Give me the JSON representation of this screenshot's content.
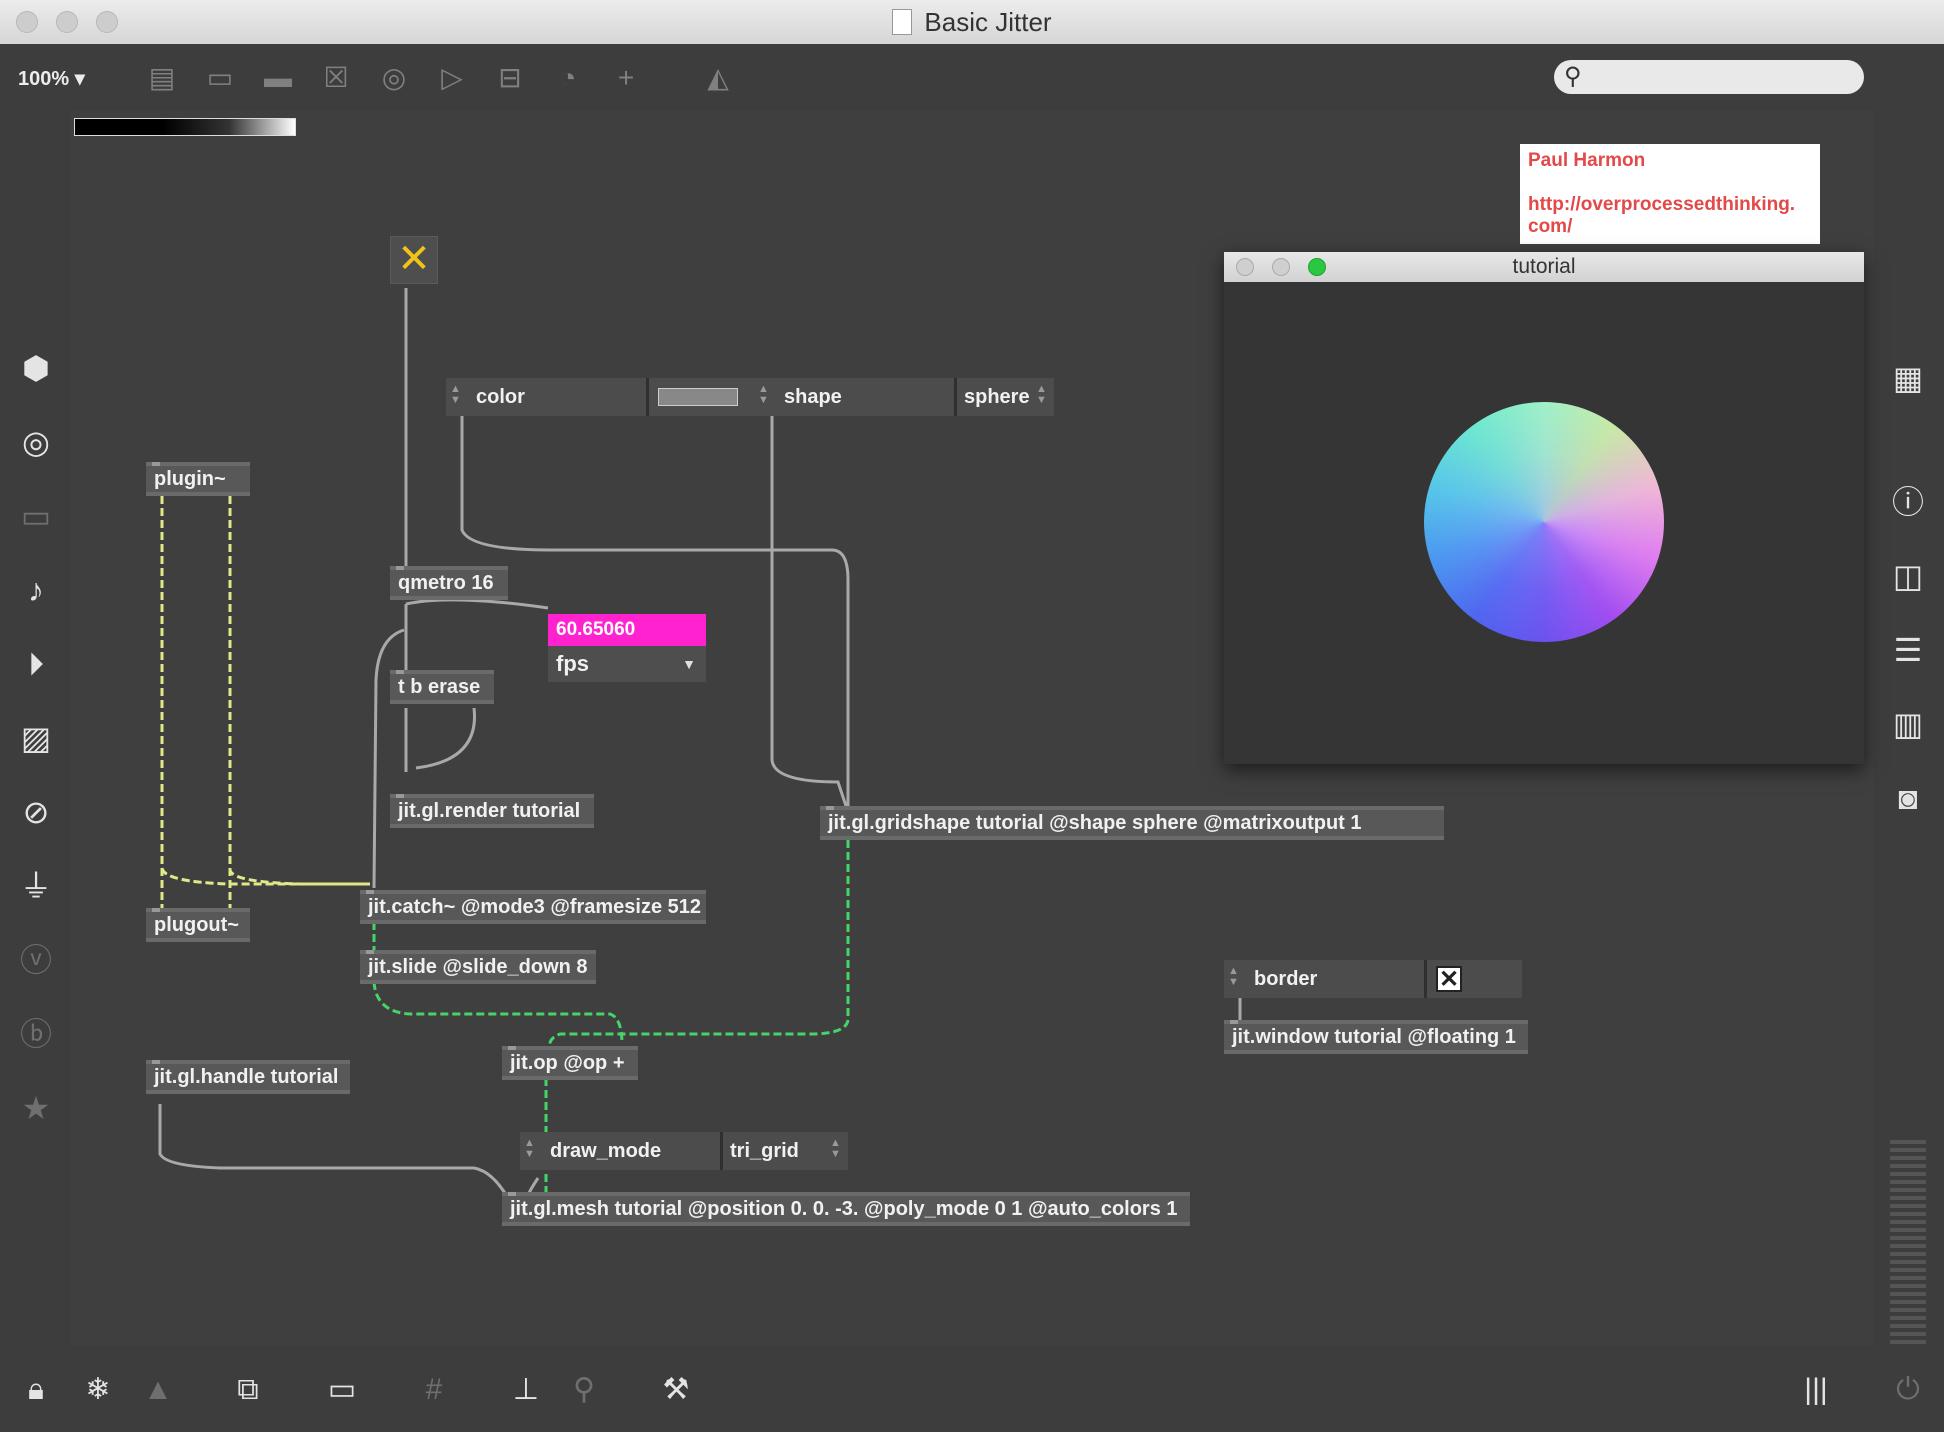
{
  "window": {
    "title": "Basic Jitter"
  },
  "toolbar": {
    "zoom": "100% ▾"
  },
  "objects": {
    "plugin": "plugin~",
    "plugout": "plugout~",
    "qmetro": "qmetro 16",
    "tberase": "t b erase",
    "render": "jit.gl.render tutorial",
    "catch": "jit.catch~ @mode3 @framesize 512",
    "slide": "jit.slide @slide_down 8",
    "handle": "jit.gl.handle tutorial",
    "op": "jit.op @op +",
    "mesh": "jit.gl.mesh tutorial @position 0. 0. -3. @poly_mode 0 1 @auto_colors 1",
    "gridshape": "jit.gl.gridshape tutorial @shape sphere @matrixoutput 1",
    "window": "jit.window tutorial @floating 1"
  },
  "messages": {
    "color": "color",
    "shape": "shape",
    "shape_value": "sphere",
    "draw_mode": "draw_mode",
    "draw_mode_value": "tri_grid",
    "border": "border"
  },
  "fps": {
    "value": "60.65060",
    "label": "fps"
  },
  "comment": {
    "line1": "Paul Harmon",
    "line2": "http://overprocessedthinking.",
    "line3": "com/"
  },
  "render_window": {
    "title": "tutorial"
  },
  "colors": {
    "accent_pink": "#ff22ce",
    "toggle_yellow": "#f0c419",
    "comment_red": "#e34948",
    "audio_cable": "#e0e88a",
    "matrix_cable": "#46d46a"
  }
}
